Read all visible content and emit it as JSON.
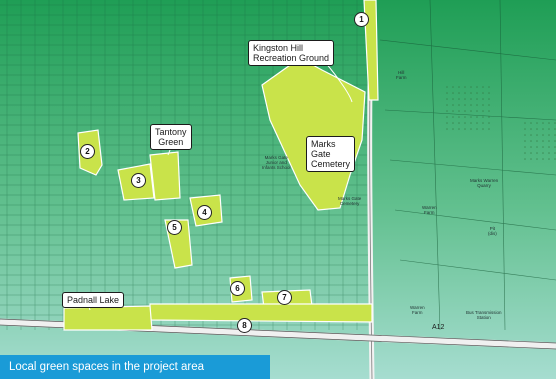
{
  "caption": "Local green spaces in the project area",
  "callouts": {
    "kingston_hill": "Kingston Hill\nRecreation Ground",
    "tantony_green": "Tantony\nGreen",
    "marks_gate_cemetery": "Marks\nGate\nCemetery",
    "padnall_lake": "Padnall Lake"
  },
  "markers": [
    "1",
    "2",
    "3",
    "4",
    "5",
    "6",
    "7",
    "8"
  ],
  "road_labels": {
    "a12": "A12"
  },
  "small_labels": {
    "marks_gate_school": "Marks Gate\nJunior and\nInfants School",
    "marks_gate_cemetery_small": "Marks Gate\nCemetery",
    "marks_warren_quarry": "Marks Warren\nQuarry",
    "warren_farm": "Warren\nFarm",
    "bus_station": "Bus Transmission\nStation",
    "hill_farm": "Hill\nFarm",
    "warren_farm_top": "Warren\nFarm",
    "pit_disused": "Pit\n(dis)"
  },
  "colors": {
    "gradient_top": "#1f9e55",
    "gradient_bottom": "#a6ddd0",
    "green_space": "#c9e34a",
    "caption_bg": "#1a9bd7"
  }
}
